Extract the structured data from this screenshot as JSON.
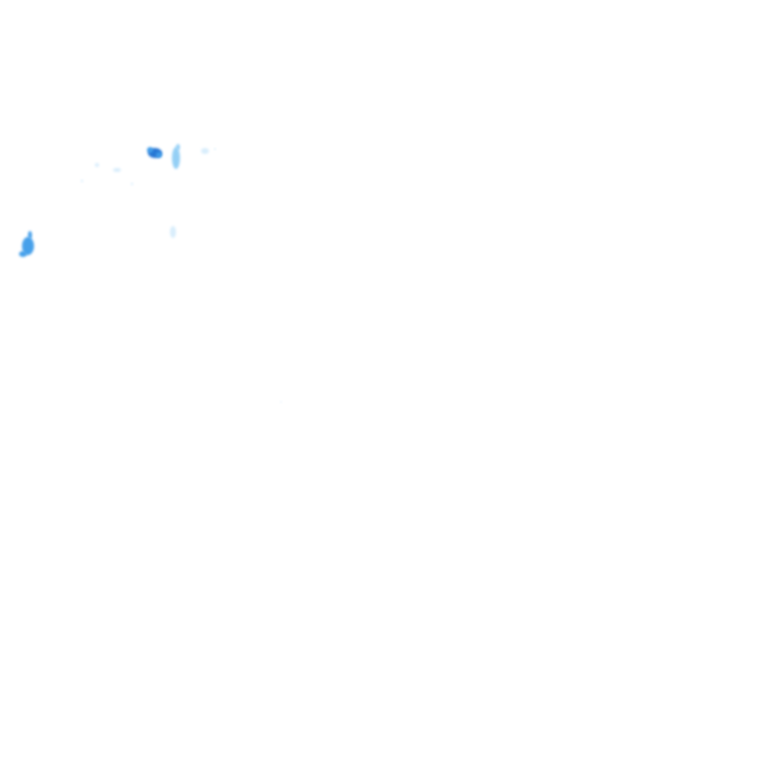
{
  "map": {
    "type": "precipitation-radar-overlay",
    "background_color": "#ffffff",
    "intensity_colors": {
      "light": "#cfe9fb",
      "moderate": "#8fcdf5",
      "heavy": "#3d9be9",
      "very_heavy": "#1c6fd1"
    },
    "echoes": [
      {
        "intensity": "very_heavy"
      },
      {
        "intensity": "moderate"
      },
      {
        "intensity": "light"
      },
      {
        "intensity": "heavy"
      },
      {
        "intensity": "light"
      },
      {
        "intensity": "light"
      },
      {
        "intensity": "light"
      },
      {
        "intensity": "light"
      }
    ]
  }
}
